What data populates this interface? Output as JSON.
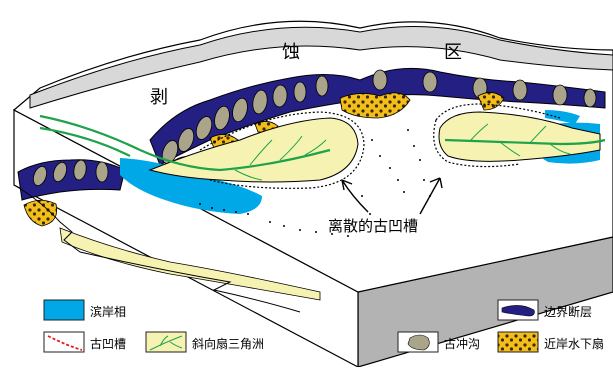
{
  "region_labels": {
    "bo": "剥",
    "shi": "蚀",
    "qu": "区"
  },
  "annotation": "离散的古凹槽",
  "legend": [
    {
      "key": "coastal",
      "text": "滨岸相",
      "color": "#00a8e8"
    },
    {
      "key": "paleo_trough",
      "text": "古凹槽",
      "color": "#e02020"
    },
    {
      "key": "oblique_fan_delta",
      "text": "斜向扇三角洲",
      "color": "#f6f3b2"
    },
    {
      "key": "paleo_channel",
      "text": "古冲沟",
      "color": "#a9a48a"
    },
    {
      "key": "boundary_fault",
      "text": "边界断层",
      "color": "#1c1a78"
    },
    {
      "key": "nearshore_subaqueous_fan",
      "text": "近岸水下扇",
      "color": "#f3bd1b"
    }
  ]
}
